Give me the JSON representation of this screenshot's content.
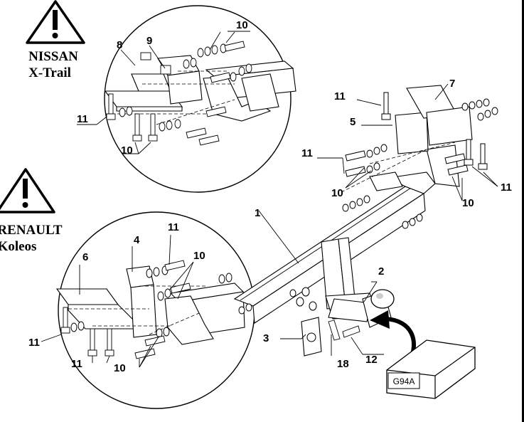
{
  "warnings": [
    {
      "brand": "NISSAN",
      "model": "X-Trail",
      "icon": "warning-triangle-icon"
    },
    {
      "brand": "RENAULT",
      "model": "Koleos",
      "icon": "warning-triangle-icon"
    }
  ],
  "callouts": {
    "c1": "1",
    "c2": "2",
    "c3": "3",
    "c4": "4",
    "c5": "5",
    "c6": "6",
    "c7": "7",
    "c8": "8",
    "c9": "9",
    "c12": "12",
    "c18": "18",
    "c10": "10",
    "c11": "11"
  },
  "box_label": "G94A"
}
